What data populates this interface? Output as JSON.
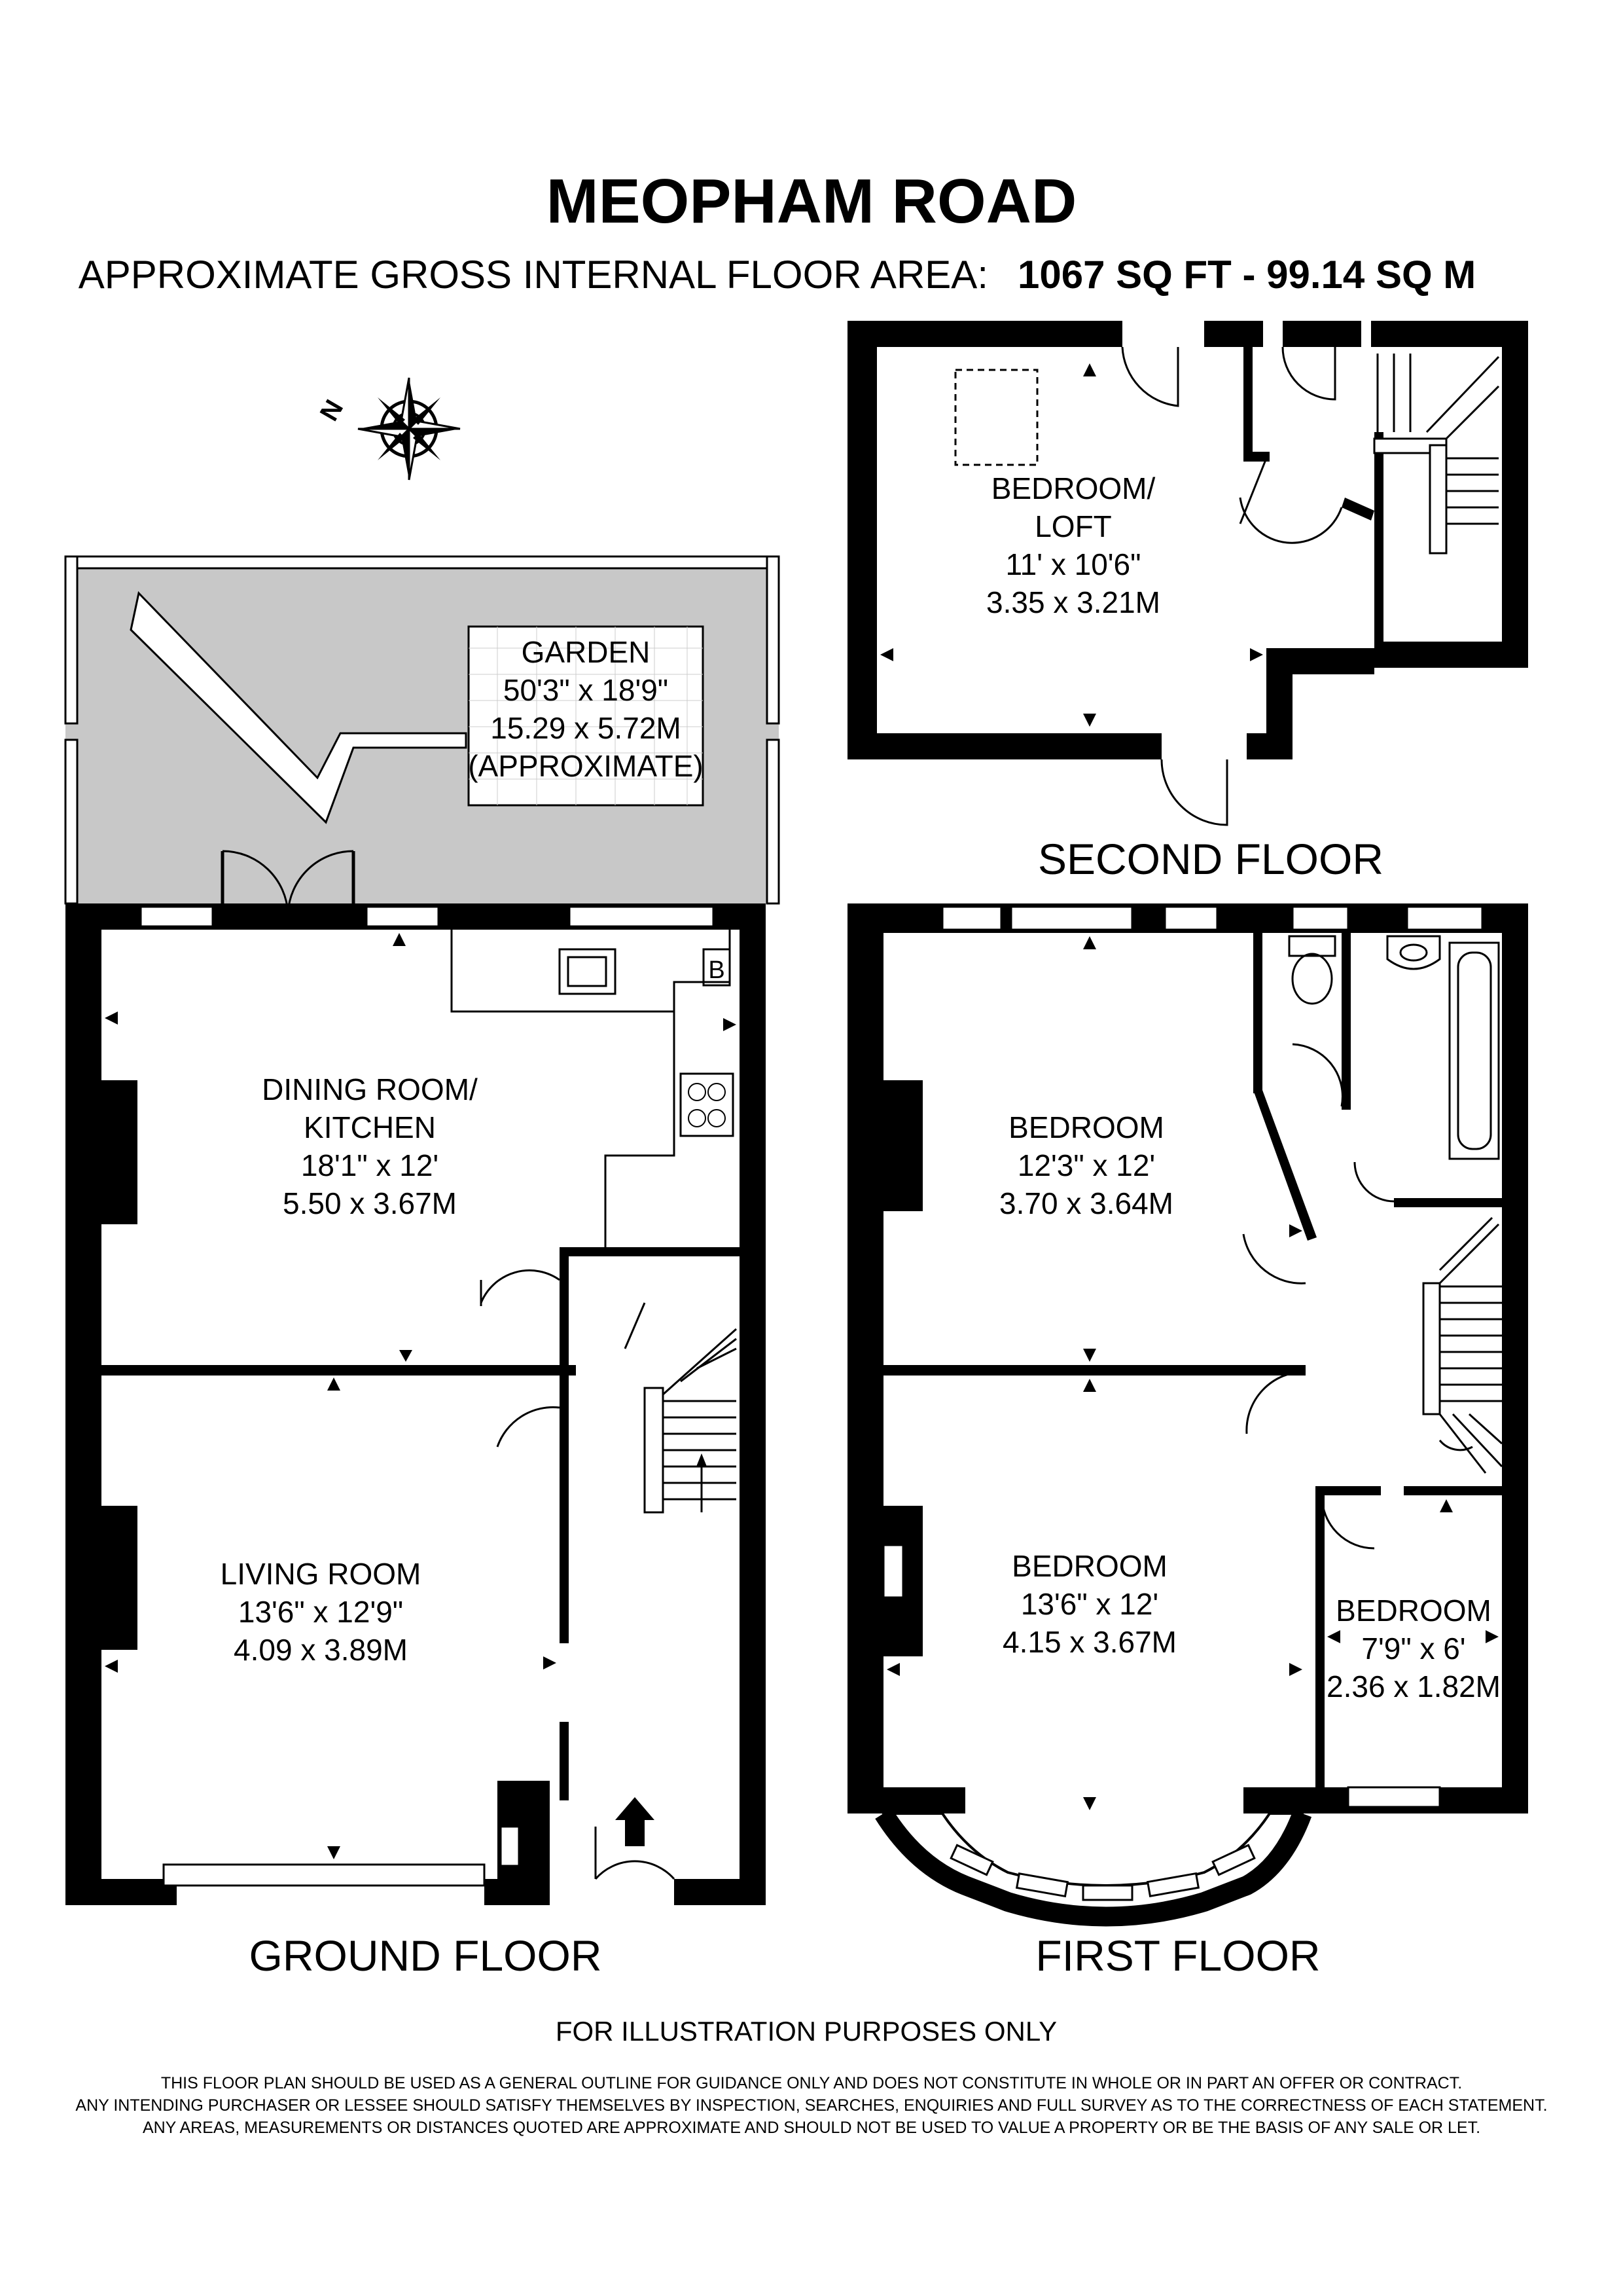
{
  "header": {
    "title": "MEOPHAM ROAD",
    "area_label": "APPROXIMATE GROSS INTERNAL FLOOR AREA:",
    "area_value": "1067 SQ FT  -  99.14 SQ M"
  },
  "compass": {
    "icon": "compass-rose-icon",
    "label": "N"
  },
  "garden": {
    "name": "GARDEN",
    "size_imperial": "50'3\" x 18'9\"",
    "size_metric": "15.29 x 5.72M",
    "note": "(APPROXIMATE)"
  },
  "floors": {
    "ground": {
      "label": "GROUND FLOOR",
      "rooms": [
        {
          "name_line1": "DINING ROOM/",
          "name_line2": "KITCHEN",
          "imperial": "18'1\" x 12'",
          "metric": "5.50 x 3.67M"
        },
        {
          "name_line1": "LIVING ROOM",
          "imperial": "13'6\" x 12'9\"",
          "metric": "4.09 x 3.89M"
        }
      ],
      "boiler_label": "B"
    },
    "first": {
      "label": "FIRST FLOOR",
      "rooms": [
        {
          "name_line1": "BEDROOM",
          "imperial": "12'3\" x 12'",
          "metric": "3.70 x 3.64M"
        },
        {
          "name_line1": "BEDROOM",
          "imperial": "13'6\" x 12'",
          "metric": "4.15 x 3.67M"
        },
        {
          "name_line1": "BEDROOM",
          "imperial": "7'9\" x 6'",
          "metric": "2.36 x 1.82M"
        }
      ]
    },
    "second": {
      "label": "SECOND FLOOR",
      "rooms": [
        {
          "name_line1": "BEDROOM/",
          "name_line2": "LOFT",
          "imperial": "11' x 10'6\"",
          "metric": "3.35 x 3.21M"
        }
      ]
    }
  },
  "footer": {
    "illustration": "FOR ILLUSTRATION PURPOSES ONLY",
    "disclaimer": [
      "THIS FLOOR PLAN SHOULD BE USED AS A GENERAL OUTLINE FOR GUIDANCE ONLY AND DOES NOT CONSTITUTE IN WHOLE OR IN PART AN OFFER OR CONTRACT.",
      "ANY INTENDING PURCHASER OR LESSEE SHOULD SATISFY THEMSELVES BY INSPECTION, SEARCHES, ENQUIRIES AND FULL SURVEY AS TO THE CORRECTNESS OF EACH STATEMENT.",
      "ANY AREAS, MEASUREMENTS OR DISTANCES QUOTED ARE APPROXIMATE AND SHOULD NOT BE USED TO VALUE A PROPERTY OR BE THE BASIS OF ANY SALE OR LET."
    ]
  },
  "colors": {
    "wall": "#000000",
    "garden_fill": "#c8c8c8",
    "background": "#ffffff"
  }
}
